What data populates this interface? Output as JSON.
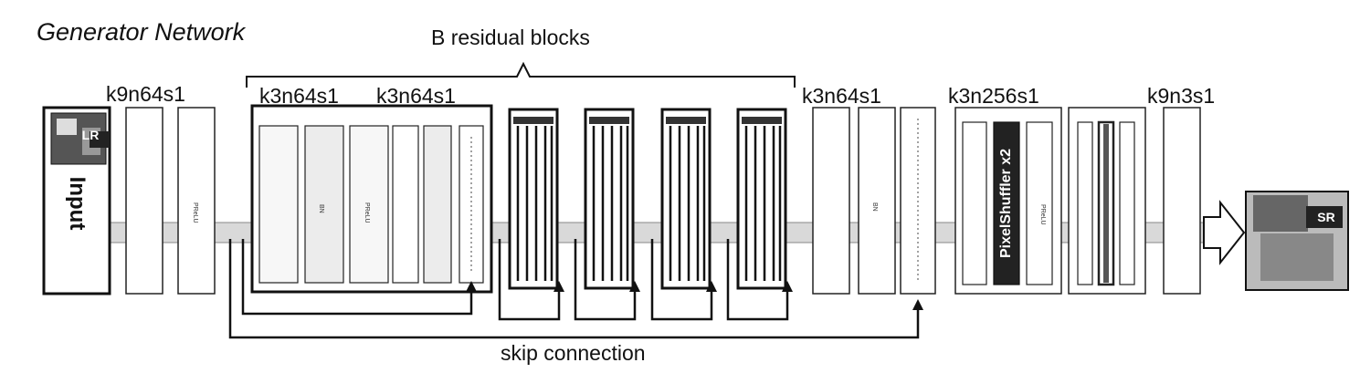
{
  "title": "Generator Network",
  "residual_group_label": "B residual blocks",
  "skip_label": "skip connection",
  "layer_labels": {
    "first_conv": "k9n64s1",
    "res_conv_a": "k3n64s1",
    "res_conv_b": "k3n64s1",
    "post_res_conv": "k3n64s1",
    "upsample_conv": "k3n256s1",
    "final_conv": "k9n3s1"
  },
  "input_block": {
    "label": "Input",
    "badge": "LR"
  },
  "output_block": {
    "badge": "SR"
  },
  "pixel_shuffler_label": "PixelShuffler x2",
  "colors": {
    "stroke": "#111111",
    "pipe": "#d9d9d9",
    "block_fill": "#ffffff",
    "shaded": "#ececec",
    "dark_label": "#222222"
  }
}
